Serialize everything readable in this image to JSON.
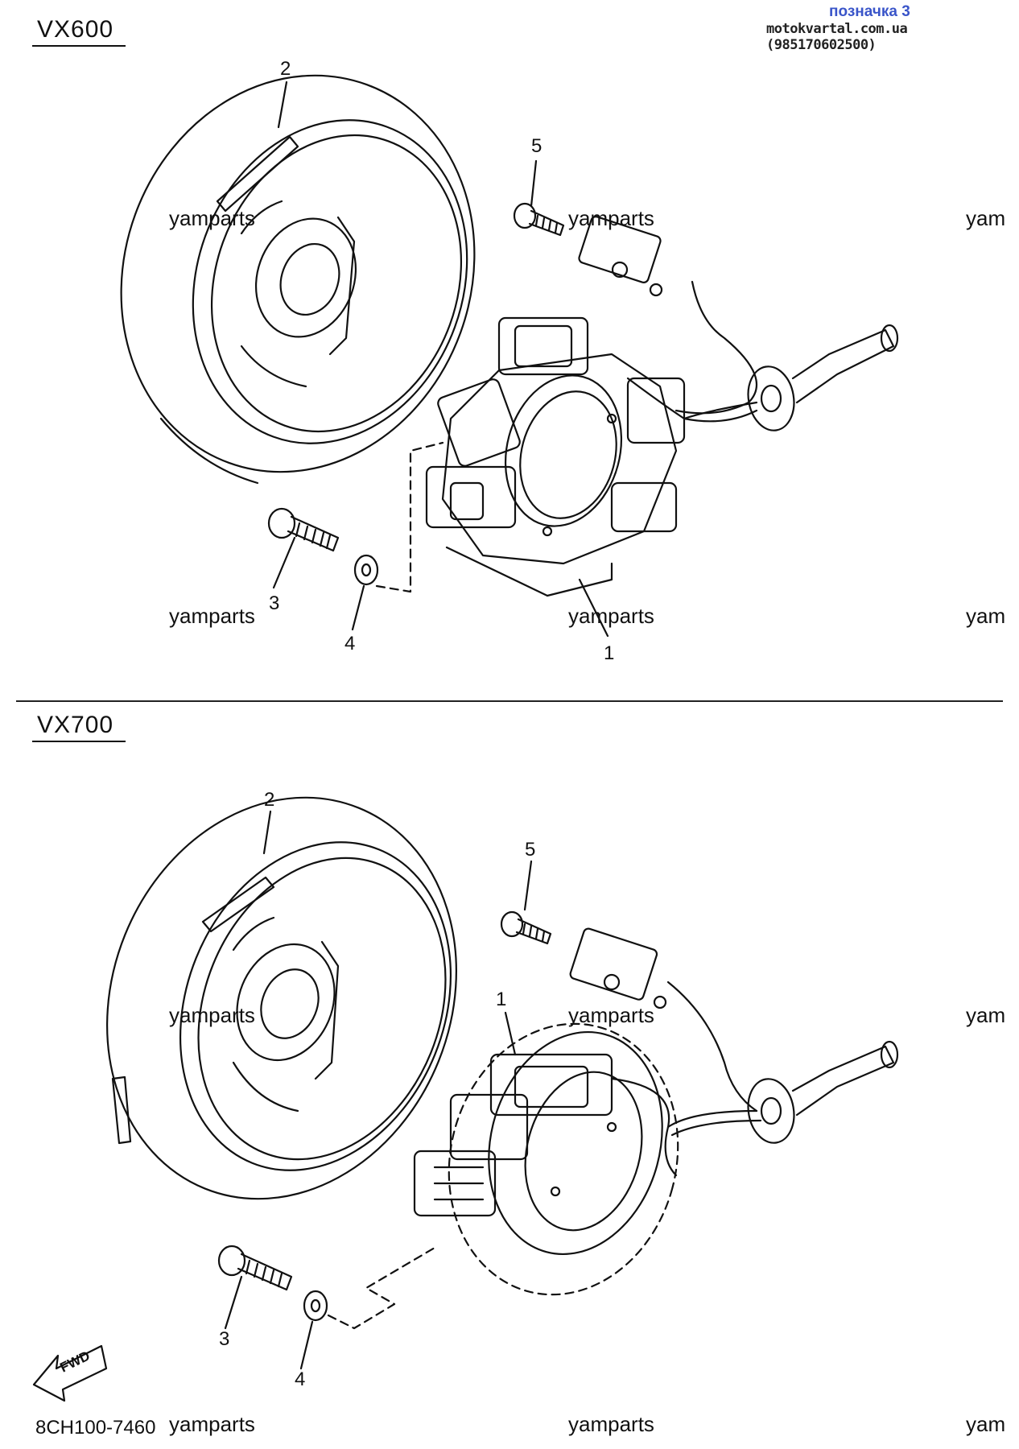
{
  "header": {
    "link_text": "позначка 3",
    "site_text": "motokvartal.com.ua (985170602500)"
  },
  "sections": [
    {
      "model": "VX600",
      "callouts": [
        "2",
        "5",
        "3",
        "4",
        "1"
      ],
      "watermarks": [
        "yamparts",
        "yamparts",
        "yam",
        "yamparts",
        "yamparts",
        "yam"
      ]
    },
    {
      "model": "VX700",
      "callouts": [
        "2",
        "5",
        "1",
        "3",
        "4"
      ],
      "watermarks": [
        "yamparts",
        "yamparts",
        "yam"
      ]
    }
  ],
  "footer": {
    "part_code": "8CH100-7460",
    "watermarks": [
      "yamparts",
      "yamparts",
      "yam"
    ],
    "fwd_label": "FWD",
    "fwd_icon": "fwd-arrow-icon"
  }
}
